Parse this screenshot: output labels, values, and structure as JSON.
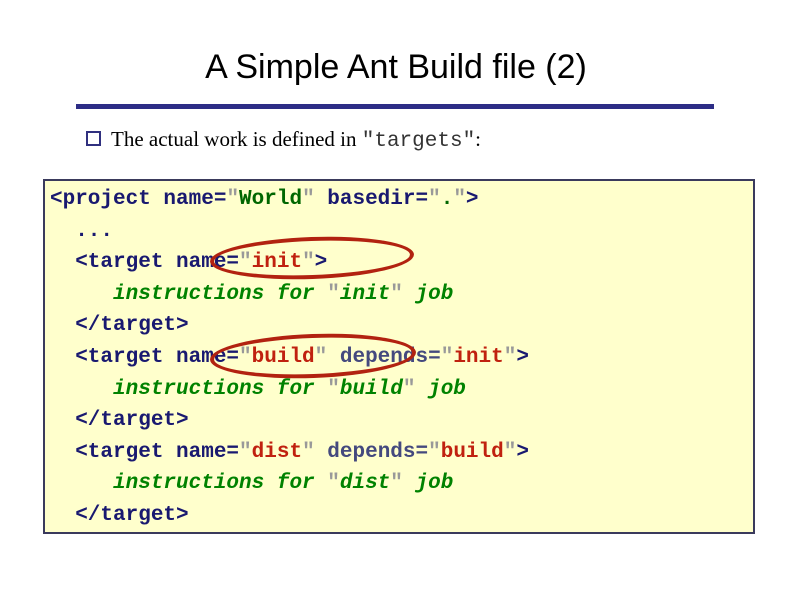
{
  "slide": {
    "title": "A Simple Ant Build file (2)",
    "bullet": {
      "text_before": "The actual work is defined in ",
      "code_term": "\"targets\"",
      "text_after": ":"
    }
  },
  "code": {
    "lines": [
      [
        [
          "t",
          "<project name="
        ],
        [
          "q",
          "\""
        ],
        [
          "v",
          "World"
        ],
        [
          "q",
          "\""
        ],
        [
          "t",
          " basedir="
        ],
        [
          "q",
          "\""
        ],
        [
          "v",
          "."
        ],
        [
          "q",
          "\""
        ],
        [
          "t",
          ">"
        ]
      ],
      [
        [
          "t",
          "  ..."
        ]
      ],
      [
        [
          "t",
          "  <target name="
        ],
        [
          "q",
          "\""
        ],
        [
          "n",
          "init"
        ],
        [
          "q",
          "\""
        ],
        [
          "t",
          ">"
        ]
      ],
      [
        [
          "c",
          "     instructions for "
        ],
        [
          "q",
          "\""
        ],
        [
          "c",
          "init"
        ],
        [
          "q",
          "\""
        ],
        [
          "c",
          " job"
        ]
      ],
      [
        [
          "t",
          "  </target>"
        ]
      ],
      [
        [
          "t",
          "  <target name="
        ],
        [
          "q",
          "\""
        ],
        [
          "n",
          "build"
        ],
        [
          "q",
          "\""
        ],
        [
          "t",
          " "
        ],
        [
          "d",
          "depends="
        ],
        [
          "q",
          "\""
        ],
        [
          "n",
          "init"
        ],
        [
          "q",
          "\""
        ],
        [
          "t",
          ">"
        ]
      ],
      [
        [
          "c",
          "     instructions for "
        ],
        [
          "q",
          "\""
        ],
        [
          "c",
          "build"
        ],
        [
          "q",
          "\""
        ],
        [
          "c",
          " job"
        ]
      ],
      [
        [
          "t",
          "  </target>"
        ]
      ],
      [
        [
          "t",
          "  <target name="
        ],
        [
          "q",
          "\""
        ],
        [
          "n",
          "dist"
        ],
        [
          "q",
          "\""
        ],
        [
          "t",
          " "
        ],
        [
          "d",
          "depends="
        ],
        [
          "q",
          "\""
        ],
        [
          "n",
          "build"
        ],
        [
          "q",
          "\""
        ],
        [
          "t",
          ">"
        ]
      ],
      [
        [
          "c",
          "     instructions for "
        ],
        [
          "q",
          "\""
        ],
        [
          "c",
          "dist"
        ],
        [
          "q",
          "\""
        ],
        [
          "c",
          " job"
        ]
      ],
      [
        [
          "t",
          "  </target>"
        ]
      ]
    ],
    "token_legend": {
      "t": "xml-tag-navy",
      "d": "depends-attr-slate",
      "v": "attr-value-green",
      "n": "target-name-red",
      "q": "quote-gray",
      "c": "comment-green-italic"
    }
  },
  "annotations": [
    {
      "name": "highlight-ellipse-init",
      "around": "name=\"init\">"
    },
    {
      "name": "highlight-ellipse-build",
      "around": "name=\"build\""
    }
  ],
  "colors": {
    "slide_bg": "#ffffff",
    "title_text": "#000000",
    "title_rule": "#2d2d86",
    "bullet_square": "#30307f",
    "code_box_bg": "#ffffcc",
    "code_box_border": "#3a3a5c",
    "xml_tag": "#191970",
    "depends_attr": "#44497e",
    "attr_value_green": "#006600",
    "target_name_red": "#c0210f",
    "quote_gray": "#999999",
    "comment_green": "#008200",
    "ellipse_stroke": "#b22210"
  }
}
